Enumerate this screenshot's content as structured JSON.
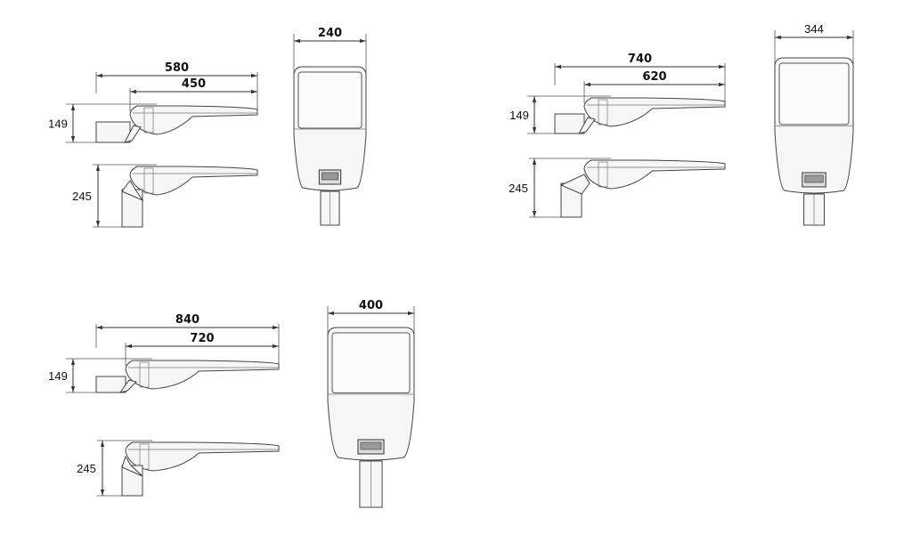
{
  "variants": [
    {
      "overall_length": "580",
      "body_length": "450",
      "height_side": "149",
      "height_post": "245",
      "width": "240"
    },
    {
      "overall_length": "740",
      "body_length": "620",
      "height_side": "149",
      "height_post": "245",
      "width": "344"
    },
    {
      "overall_length": "840",
      "body_length": "720",
      "height_side": "149",
      "height_post": "245",
      "width": "400"
    }
  ],
  "units_note_visible": false,
  "line_color": "#444444"
}
